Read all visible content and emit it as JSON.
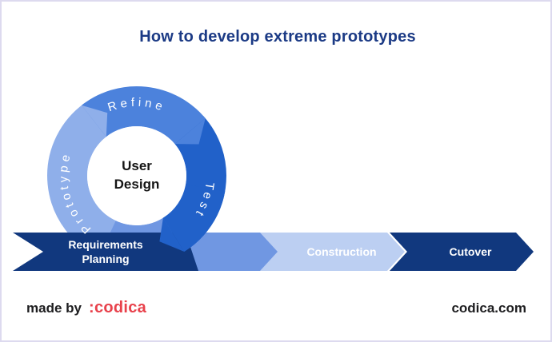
{
  "title": "How to develop extreme prototypes",
  "cycle": {
    "center": "User Design",
    "segments": [
      {
        "label": "Refine",
        "color": "#4c82dc"
      },
      {
        "label": "Test",
        "color": "#2161c9"
      },
      {
        "label": "Prototype",
        "color": "#8fafea"
      }
    ]
  },
  "pipeline": {
    "connector_color": "#7097e2",
    "steps": [
      {
        "label": "Requirements Planning",
        "color": "#11387e"
      },
      {
        "label": "Construction",
        "color": "#bccff2"
      },
      {
        "label": "Cutover",
        "color": "#11387e"
      }
    ]
  },
  "footer": {
    "made_by_label": "made by",
    "brand": ":codica",
    "brand_color": "#e8414b",
    "website": "codica.com"
  }
}
